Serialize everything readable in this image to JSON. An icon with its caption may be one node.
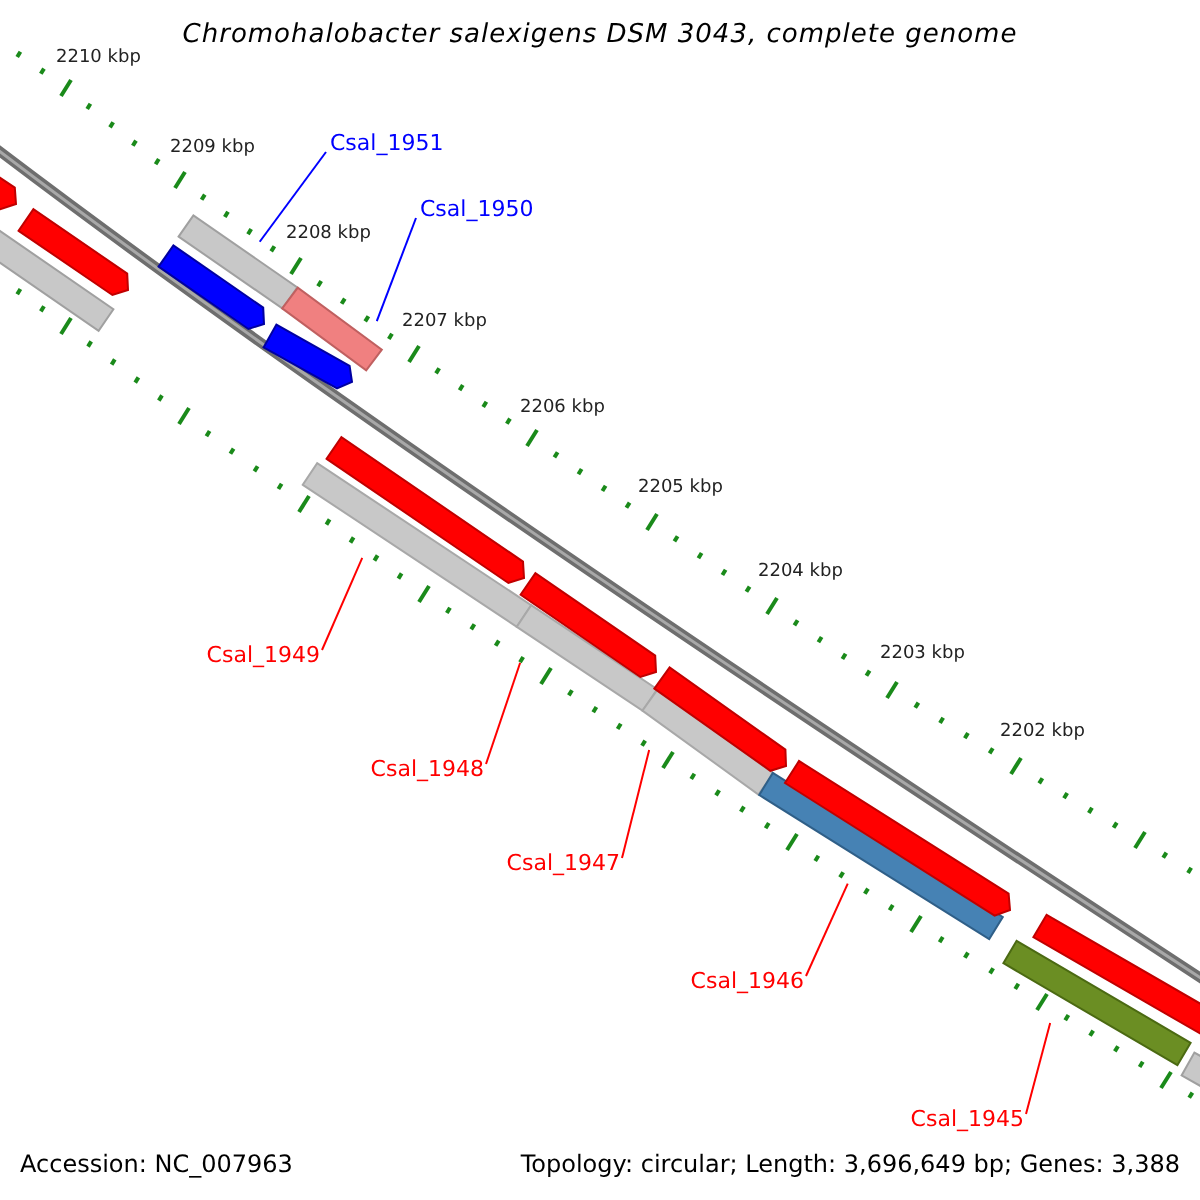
{
  "diagram": {
    "title": "Chromohalobacter salexigens DSM 3043, complete genome",
    "nodes": [
      {
        "text": [
          "Csal_1951"
        ]
      },
      {
        "text": [
          "Csal_1950"
        ]
      },
      {
        "text": [
          "Csal_1949"
        ]
      },
      {
        "text": [
          "Csal_1948"
        ]
      },
      {
        "text": [
          "Csal_1947"
        ]
      },
      {
        "text": [
          "Csal_1946"
        ]
      },
      {
        "text": [
          "Csal_1945"
        ]
      },
      {
        "text": [],
        "shape": "bar"
      },
      {
        "text": [],
        "shape": "bar"
      },
      {
        "text": [],
        "shape": "bar"
      },
      {
        "text": [],
        "shape": "bar"
      },
      {
        "text": [],
        "shape": "bar"
      },
      {
        "text": [],
        "shape": "bar"
      },
      {
        "text": [],
        "shape": "bar"
      },
      {
        "text": [],
        "shape": "bar"
      },
      {
        "text": [],
        "shape": "bar"
      },
      {
        "text": [],
        "shape": "bar"
      },
      {
        "text": [],
        "shape": "bar"
      },
      {
        "text": [],
        "shape": "bar"
      },
      {
        "text": [],
        "shape": "bar"
      },
      {
        "text": [],
        "shape": "bar"
      },
      {
        "text": [],
        "shape": "bar"
      },
      {
        "text": [],
        "shape": "bar"
      },
      {
        "text": [],
        "shape": "bar"
      },
      {
        "text": [],
        "shape": "bar"
      }
    ],
    "edges": [
      {
        "from": 0,
        "to": 7,
        "arrow": "none",
        "color": "#0000ff"
      },
      {
        "from": 1,
        "to": 8,
        "arrow": "none",
        "color": "#0000ff"
      },
      {
        "from": 2,
        "to": 9,
        "arrow": "none"
      },
      {
        "from": 3,
        "to": 10,
        "arrow": "none"
      },
      {
        "from": 4,
        "to": 11,
        "arrow": "none"
      },
      {
        "from": 5,
        "to": 12,
        "arrow": "none"
      },
      {
        "from": 6,
        "to": 13,
        "arrow": "none"
      }
    ],
    "labels": [
      "2210 kbp",
      "2209 kbp",
      "2208 kbp",
      "2207 kbp",
      "2206 kbp",
      "2205 kbp",
      "2204 kbp",
      "2203 kbp",
      "2202 kbp",
      "Accession: NC_007963",
      "Topology: circular; Length: 3,696,649 bp; Genes: 3,388"
    ]
  }
}
